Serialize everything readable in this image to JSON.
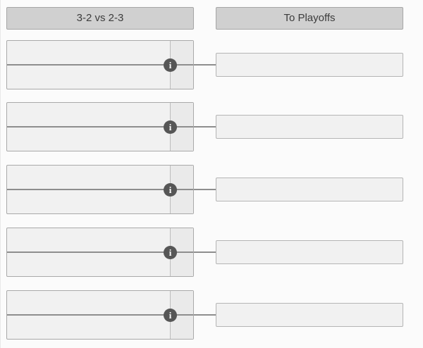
{
  "bracket": {
    "round_header": "3-2 vs 2-3",
    "playoffs_header": "To Playoffs",
    "matches": [
      {
        "top_name": "",
        "top_score": "",
        "bottom_name": "",
        "bottom_score": "",
        "advancing": ""
      },
      {
        "top_name": "",
        "top_score": "",
        "bottom_name": "",
        "bottom_score": "",
        "advancing": ""
      },
      {
        "top_name": "",
        "top_score": "",
        "bottom_name": "",
        "bottom_score": "",
        "advancing": ""
      },
      {
        "top_name": "",
        "top_score": "",
        "bottom_name": "",
        "bottom_score": "",
        "advancing": ""
      },
      {
        "top_name": "",
        "top_score": "",
        "bottom_name": "",
        "bottom_score": "",
        "advancing": ""
      }
    ]
  },
  "icons": {
    "info_glyph": "i"
  },
  "colors": {
    "page_bg": "#fbfbfb",
    "header_bg": "#d0d0d0",
    "header_border": "#a6a6a6",
    "header_text": "#3c3c3c",
    "box_bg": "#f1f1f1",
    "box_border": "#a9a9a9",
    "score_column_bg": "#eaeaea",
    "score_divider": "#bdbdbd",
    "bracket_line": "#8e8e8e",
    "info_icon_bg": "#565656",
    "info_icon_fg": "#ffffff"
  }
}
